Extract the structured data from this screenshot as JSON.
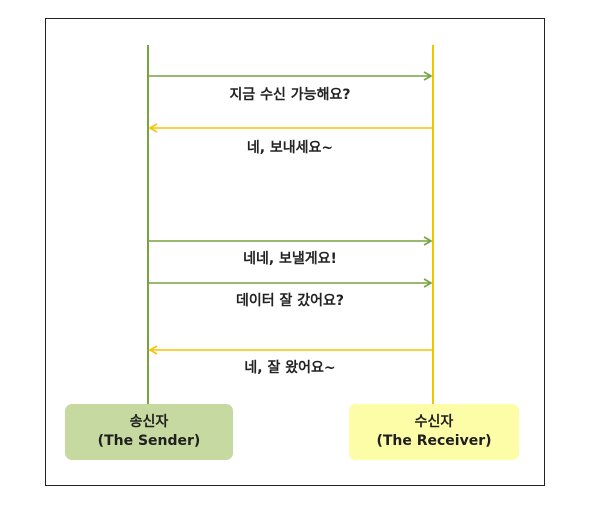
{
  "colors": {
    "sender_line": "#76a33e",
    "receiver_line": "#f5c400",
    "sender_box": "#c6d9a0",
    "receiver_box": "#fdfca7",
    "frame": "#222222"
  },
  "actors": {
    "sender": {
      "name": "송신자",
      "english": "(The Sender)"
    },
    "receiver": {
      "name": "수신자",
      "english": "(The Receiver)"
    }
  },
  "messages": [
    {
      "text": "지금 수신 가능해요?",
      "direction": "to-receiver"
    },
    {
      "text": "네, 보내세요~",
      "direction": "to-sender"
    },
    {
      "text": "네네, 보낼게요!",
      "direction": "to-receiver"
    },
    {
      "text": "데이터 잘 갔어요?",
      "direction": "to-receiver"
    },
    {
      "text": "네, 잘 왔어요~",
      "direction": "to-sender"
    }
  ]
}
